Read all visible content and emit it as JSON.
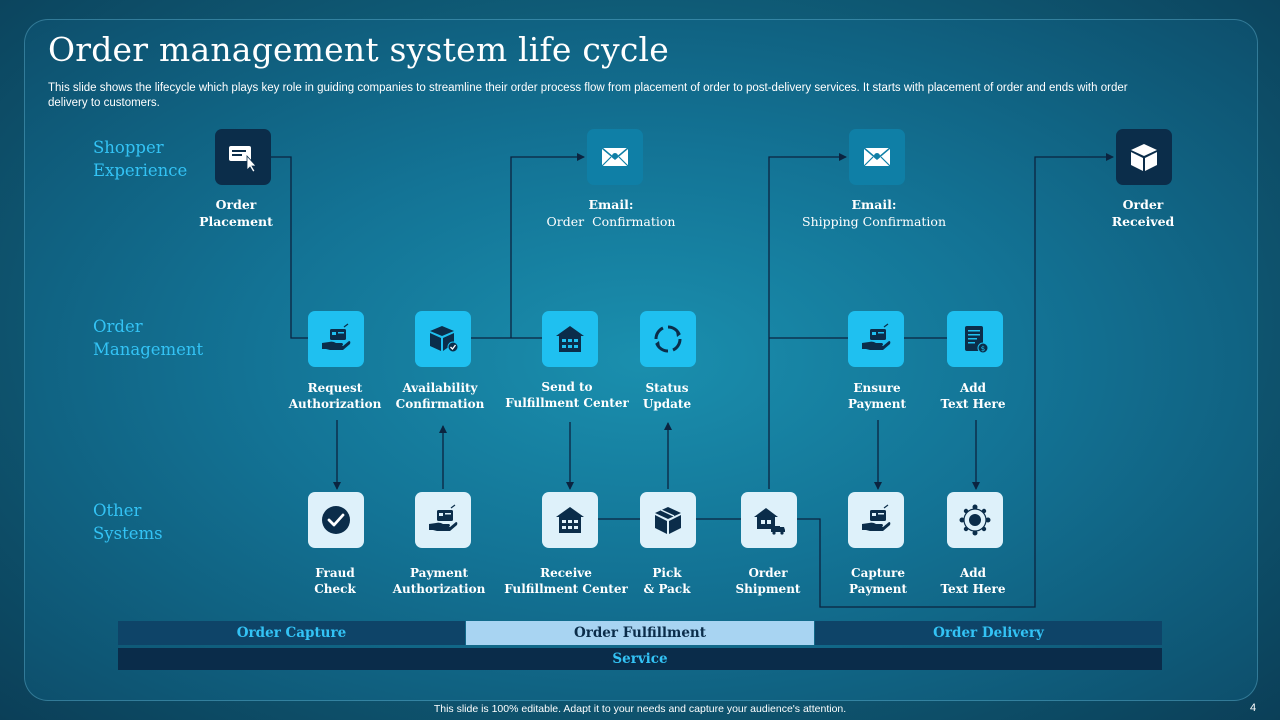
{
  "title": "Order management system life cycle",
  "subtitle": "This slide shows the lifecycle which plays key role in guiding companies to streamline their order process flow from placement of order to post-delivery services. It starts with placement of order and ends with order delivery to customers.",
  "rows": {
    "shopper": [
      "Shopper",
      "Experience"
    ],
    "management": [
      "Order",
      "Management"
    ],
    "other": [
      "Other",
      "Systems"
    ]
  },
  "nodes": {
    "order_placement": {
      "l1": "Order",
      "l2": "Placement",
      "icon": "click-form-icon"
    },
    "email_order": {
      "l1": "Email:",
      "l2": "Order  Confirmation",
      "icon": "email-icon"
    },
    "email_shipping": {
      "l1": "Email:",
      "l2": "Shipping Confirmation",
      "icon": "email-icon"
    },
    "order_received": {
      "l1": "Order",
      "l2": "Received",
      "icon": "package-icon"
    },
    "request_auth": {
      "l1": "Request",
      "l2": "Authorization",
      "icon": "hand-card-icon"
    },
    "availability": {
      "l1": "Availability",
      "l2": "Confirmation",
      "icon": "box-check-icon"
    },
    "send_fulfillment": {
      "l1": "Send to",
      "l2": "Fulfillment Center",
      "icon": "warehouse-icon"
    },
    "status_update": {
      "l1": "Status",
      "l2": "Update",
      "icon": "refresh-icon"
    },
    "ensure_payment": {
      "l1": "Ensure",
      "l2": "Payment",
      "icon": "hand-card-icon"
    },
    "add_text_1": {
      "l1": "Add",
      "l2": "Text Here",
      "icon": "document-icon"
    },
    "fraud_check": {
      "l1": "Fraud",
      "l2": "Check",
      "icon": "check-circle-icon"
    },
    "payment_auth": {
      "l1": "Payment",
      "l2": "Authorization",
      "icon": "hand-card-icon"
    },
    "receive_fulfillment": {
      "l1": "Receive",
      "l2": "Fulfillment Center",
      "icon": "warehouse-icon"
    },
    "pick_pack": {
      "l1": "Pick",
      "l2": "& Pack",
      "icon": "package-icon"
    },
    "order_shipment": {
      "l1": "Order",
      "l2": "Shipment",
      "icon": "truck-house-icon"
    },
    "capture_payment": {
      "l1": "Capture",
      "l2": "Payment",
      "icon": "hand-card-icon"
    },
    "add_text_2": {
      "l1": "Add",
      "l2": "Text Here",
      "icon": "network-icon"
    }
  },
  "phases": {
    "capture": "Order Capture",
    "fulfillment": "Order Fulfillment",
    "delivery": "Order Delivery",
    "service": "Service"
  },
  "colors": {
    "accent": "#33c3f5",
    "phase_dark": "#0e4468",
    "phase_light": "#a8d4f2",
    "node_dark": "#0b2d4a",
    "node_cyan": "#1fc0f0",
    "node_pale": "#def1fa"
  },
  "footer": "This slide is 100% editable.  Adapt it to your needs and capture your audience's attention.",
  "page_number": "4"
}
